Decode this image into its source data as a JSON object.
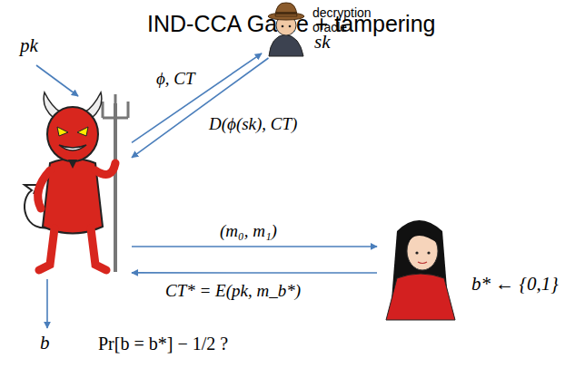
{
  "diagram": {
    "title": "IND-CCA Game + tampering",
    "nodes": [
      {
        "text": []
      },
      {
        "text": [
          "decryption oracle",
          "sk"
        ]
      },
      {
        "text": [
          "b* ← {0,1}"
        ]
      }
    ],
    "edges": [
      {
        "from": 0,
        "to": 1,
        "label": "ϕ, CT",
        "arrow": "to"
      },
      {
        "from": 1,
        "to": 0,
        "label": "D(ϕ(sk), CT)",
        "arrow": "to"
      },
      {
        "from": 0,
        "to": 2,
        "label": "(m₀, m₁)",
        "arrow": "to"
      },
      {
        "from": 2,
        "to": 0,
        "label": "CT* = E(pk, m_b*)",
        "arrow": "to"
      }
    ],
    "labels": [
      "pk",
      "b",
      "Pr[b = b*] − 1/2 ?"
    ]
  }
}
